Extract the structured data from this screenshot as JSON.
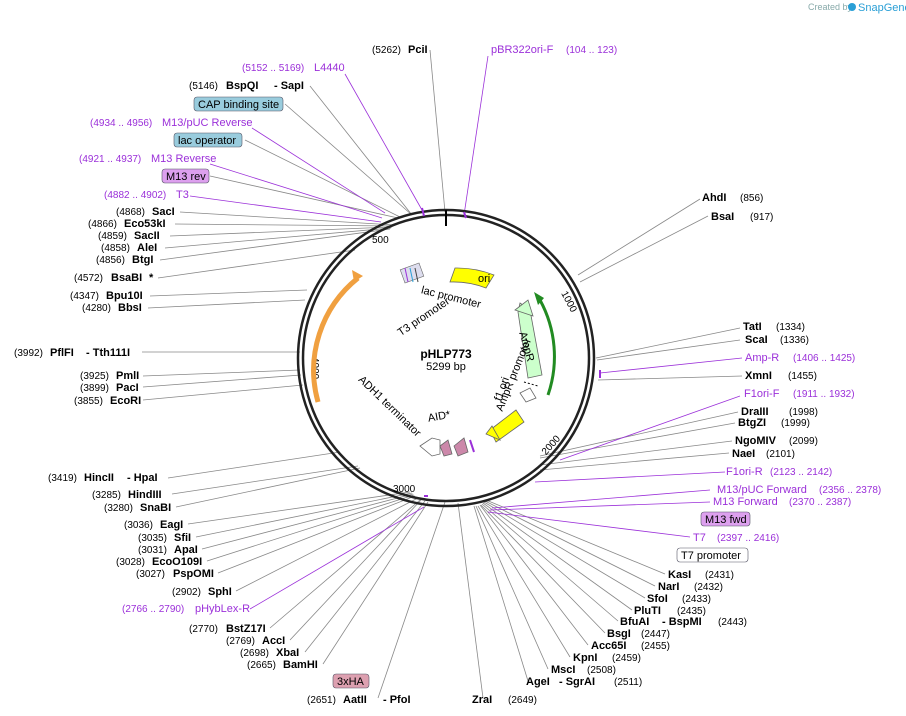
{
  "credit": {
    "prefix": "Created by",
    "brand": "SnapGene"
  },
  "plasmid": {
    "name": "pHLP773",
    "size": "5299 bp"
  },
  "ticks": [
    "500",
    "1000",
    "2000",
    "3000",
    "4000"
  ],
  "sites_top_left": [
    {
      "pos": "(5262)",
      "name": "PciI",
      "suffix": ""
    },
    {
      "pos": "(5146)",
      "name": "BspQI",
      "suffix": "- SapI"
    },
    {
      "pos": "(4868)",
      "name": "SacI",
      "suffix": ""
    },
    {
      "pos": "(4866)",
      "name": "Eco53kI",
      "suffix": ""
    },
    {
      "pos": "(4859)",
      "name": "SacII",
      "suffix": ""
    },
    {
      "pos": "(4858)",
      "name": "AleI",
      "suffix": ""
    },
    {
      "pos": "(4856)",
      "name": "BtgI",
      "suffix": ""
    },
    {
      "pos": "(4572)",
      "name": "BsaBI",
      "suffix": "*"
    },
    {
      "pos": "(4347)",
      "name": "Bpu10I",
      "suffix": ""
    },
    {
      "pos": "(4280)",
      "name": "BbsI",
      "suffix": ""
    },
    {
      "pos": "(3992)",
      "name": "PflFI",
      "suffix": "- Tth111I"
    },
    {
      "pos": "(3925)",
      "name": "PmlI",
      "suffix": ""
    },
    {
      "pos": "(3899)",
      "name": "PacI",
      "suffix": ""
    },
    {
      "pos": "(3855)",
      "name": "EcoRI",
      "suffix": ""
    }
  ],
  "sites_bottom_left": [
    {
      "pos": "(3419)",
      "name": "HincII",
      "suffix": "- HpaI"
    },
    {
      "pos": "(3285)",
      "name": "HindIII",
      "suffix": ""
    },
    {
      "pos": "(3280)",
      "name": "SnaBI",
      "suffix": ""
    },
    {
      "pos": "(3036)",
      "name": "EagI",
      "suffix": ""
    },
    {
      "pos": "(3035)",
      "name": "SfiI",
      "suffix": ""
    },
    {
      "pos": "(3031)",
      "name": "ApaI",
      "suffix": ""
    },
    {
      "pos": "(3028)",
      "name": "EcoO109I",
      "suffix": ""
    },
    {
      "pos": "(3027)",
      "name": "PspOMI",
      "suffix": ""
    },
    {
      "pos": "(2902)",
      "name": "SphI",
      "suffix": ""
    },
    {
      "pos": "(2770)",
      "name": "BstZ17I",
      "suffix": ""
    },
    {
      "pos": "(2769)",
      "name": "AccI",
      "suffix": ""
    },
    {
      "pos": "(2698)",
      "name": "XbaI",
      "suffix": ""
    },
    {
      "pos": "(2665)",
      "name": "BamHI",
      "suffix": ""
    },
    {
      "pos": "(2651)",
      "name": "AatII",
      "suffix": "- PfoI"
    }
  ],
  "sites_right": [
    {
      "name": "AhdI",
      "pos": "(856)"
    },
    {
      "name": "BsaI",
      "pos": "(917)"
    },
    {
      "name": "TatI",
      "pos": "(1334)"
    },
    {
      "name": "ScaI",
      "pos": "(1336)"
    },
    {
      "name": "XmnI",
      "pos": "(1455)"
    },
    {
      "name": "DraIII",
      "pos": "(1998)"
    },
    {
      "name": "BtgZI",
      "pos": "(1999)"
    },
    {
      "name": "NgoMIV",
      "pos": "(2099)"
    },
    {
      "name": "NaeI",
      "pos": "(2101)"
    },
    {
      "name": "KasI",
      "pos": "(2431)"
    },
    {
      "name": "NarI",
      "pos": "(2432)"
    },
    {
      "name": "SfoI",
      "pos": "(2433)"
    },
    {
      "name": "PluTI",
      "pos": "(2435)"
    },
    {
      "name": "BfuAI",
      "pos": "(2443)",
      "prefix_suffix": "- BspMI"
    },
    {
      "name": "BsgI",
      "pos": "(2447)"
    },
    {
      "name": "Acc65I",
      "pos": "(2455)"
    },
    {
      "name": "KpnI",
      "pos": "(2459)"
    },
    {
      "name": "MscI",
      "pos": "(2508)"
    },
    {
      "name": "AgeI",
      "pos": "(2511)",
      "prefix_suffix": "- SgrAI"
    },
    {
      "name": "ZraI",
      "pos": "(2649)"
    }
  ],
  "primers": {
    "pbr": {
      "name": "pBR322ori-F",
      "range": "(104 .. 123)"
    },
    "l4440": {
      "name": "L4440",
      "range": "(5152 .. 5169)"
    },
    "m13puc_rev": {
      "name": "M13/pUC Reverse",
      "range": "(4934 .. 4956)"
    },
    "m13_rev": {
      "name": "M13 Reverse",
      "range": "(4921 .. 4937)"
    },
    "t3": {
      "name": "T3",
      "range": "(4882 .. 4902)"
    },
    "ampr": {
      "name": "Amp-R",
      "range": "(1406 .. 1425)"
    },
    "f1ori_f": {
      "name": "F1ori-F",
      "range": "(1911 .. 1932)"
    },
    "f1ori_r": {
      "name": "F1ori-R",
      "range": "(2123 .. 2142)"
    },
    "m13puc_fwd": {
      "name": "M13/pUC Forward",
      "range": "(2356 .. 2378)"
    },
    "m13_fwd": {
      "name": "M13 Forward",
      "range": "(2370 .. 2387)"
    },
    "t7": {
      "name": "T7",
      "range": "(2397 .. 2416)"
    },
    "phyblex": {
      "name": "pHybLex-R",
      "range": "(2766 .. 2790)"
    }
  },
  "boxes": {
    "cap": "CAP binding site",
    "lac_op": "lac operator",
    "m13rev": "M13 rev",
    "m13fwd": "M13 fwd",
    "t7prom": "T7 promoter",
    "xha": "3xHA"
  },
  "features": {
    "ori": "ori",
    "lac_promoter": "lac promoter",
    "t3_promoter": "T3 promoter",
    "ampr": "AmpR",
    "ampr_promoter": "AmpR promoter",
    "f1ori": "f1 ori",
    "adh1": "ADH1 terminator",
    "aid": "AID*"
  },
  "colors": {
    "primer": "#9b30d9",
    "ori": "#ffff00",
    "ampr": "#ccffcc",
    "lac_box": "#99ccdd",
    "m13box": "#dda0ee",
    "xha": "#dda0b0",
    "orange": "#f0a040",
    "green": "#228b22"
  }
}
